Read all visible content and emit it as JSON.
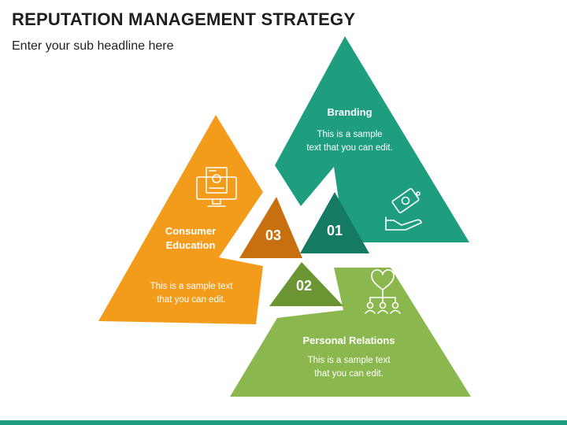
{
  "slide": {
    "title": "REPUTATION MANAGEMENT STRATEGY",
    "subtitle": "Enter your sub headline here"
  },
  "colors": {
    "teal": "#1e9e7f",
    "teal_dark": "#157a62",
    "orange": "#f39c1c",
    "orange_dark": "#c8700f",
    "green": "#8bb84e",
    "green_dark": "#6b9533",
    "bar": "#1e9e7f"
  },
  "segments": [
    {
      "number": "01",
      "heading_lines": [
        "Branding"
      ],
      "text_lines": [
        "This is a sample",
        "text that you can edit."
      ],
      "icon": "money-hand-icon"
    },
    {
      "number": "02",
      "heading_lines": [
        "Personal Relations"
      ],
      "text_lines": [
        "This is a sample text",
        "that you can edit."
      ],
      "icon": "heart-network-icon"
    },
    {
      "number": "03",
      "heading_lines": [
        "Consumer",
        "Education"
      ],
      "text_lines": [
        "This is a sample text",
        "that you can edit."
      ],
      "icon": "monitor-certificate-icon"
    }
  ]
}
